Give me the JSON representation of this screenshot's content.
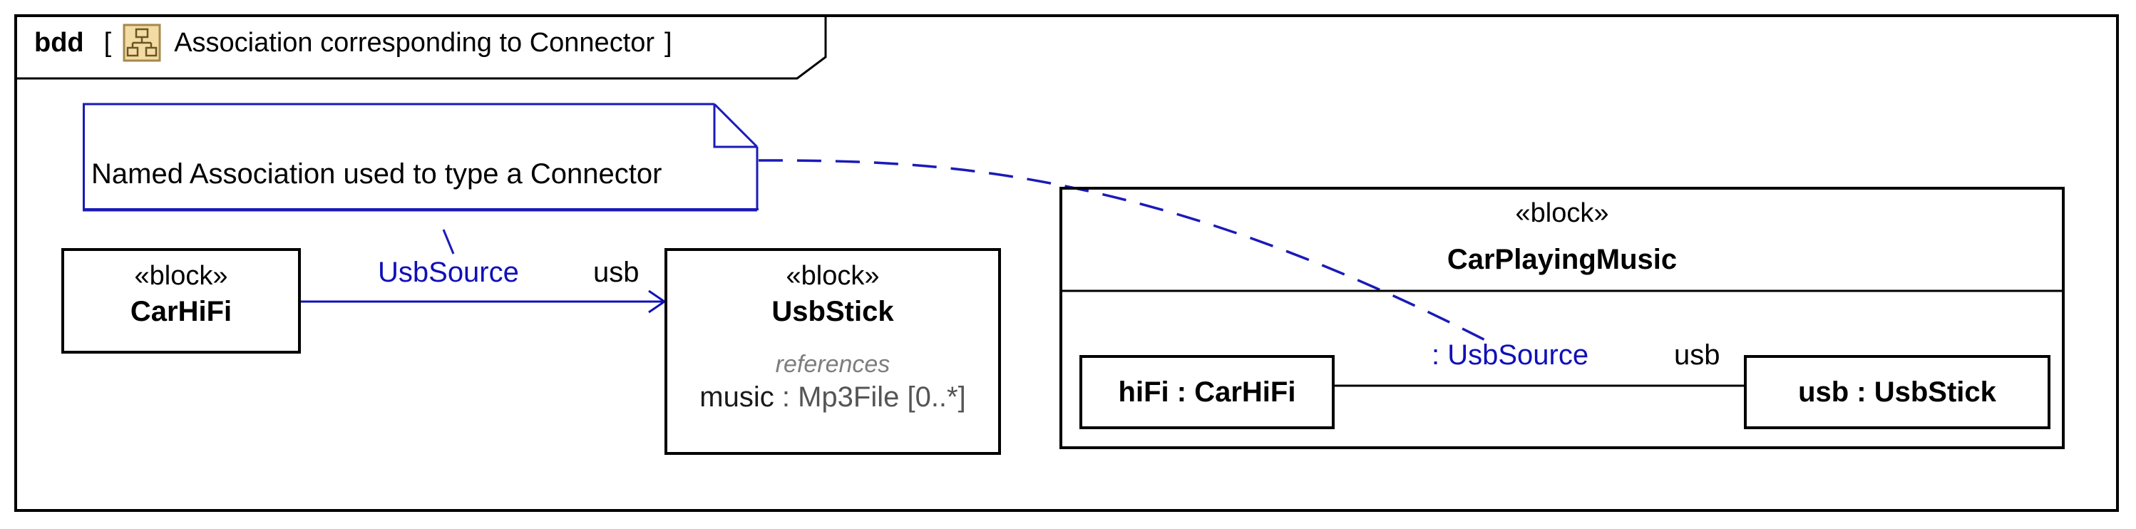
{
  "frame": {
    "kind": "bdd",
    "open_bracket": "[",
    "title": "Association corresponding to Connector",
    "close_bracket": "]",
    "icon": "package-diagram-icon"
  },
  "note": {
    "text": "Named Association used to type a Connector"
  },
  "blocks": {
    "car_hifi": {
      "stereotype": "«block»",
      "name": "CarHiFi"
    },
    "usb_stick": {
      "stereotype": "«block»",
      "name": "UsbStick",
      "compartment_title": "references",
      "property_name": "music",
      "property_type": " : Mp3File [0..*]"
    },
    "car_playing_music": {
      "stereotype": "«block»",
      "name": "CarPlayingMusic"
    }
  },
  "association": {
    "name": "UsbSource",
    "end_role": "usb"
  },
  "parts": {
    "hifi": "hiFi : CarHiFi",
    "usb": "usb : UsbStick"
  },
  "connector": {
    "type_label": ": UsbSource",
    "end_role": "usb"
  },
  "colors": {
    "blue": "#1010b8",
    "note_border": "#1a1ab8",
    "icon_fill": "#f3dca3",
    "icon_border": "#a6894c"
  }
}
